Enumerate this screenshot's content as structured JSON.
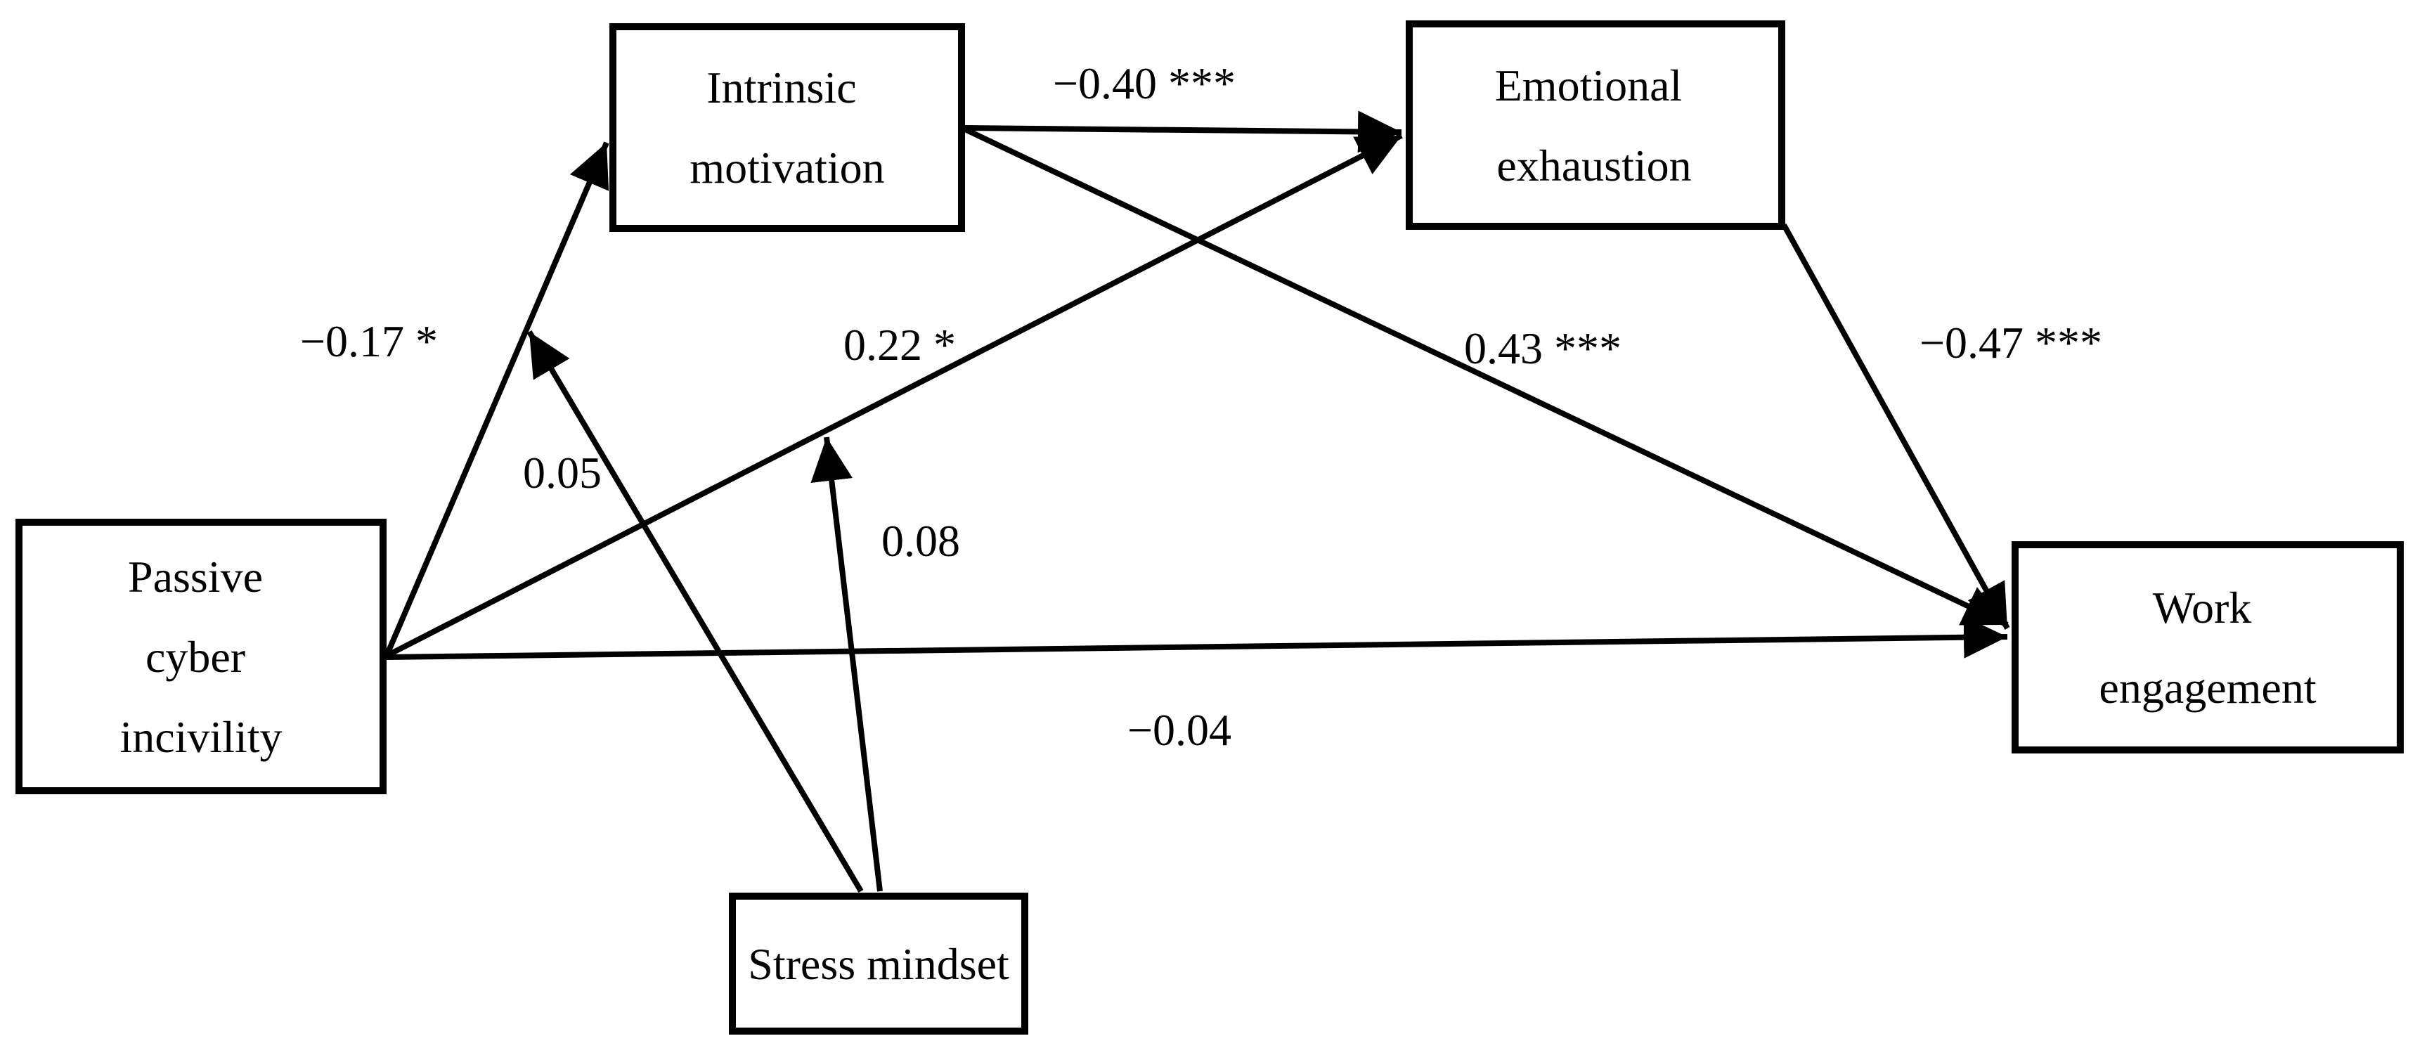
{
  "figure": {
    "type": "path-model-diagram",
    "background": "#ffffff",
    "line_color": "#000000",
    "text_color": "#000000",
    "box_fill": "#ffffff"
  },
  "diagram": {
    "nodes": [
      {
        "id": "passive-cyber-incivility",
        "lines": [
          "Passive",
          "cyber",
          "incivility"
        ]
      },
      {
        "id": "intrinsic-motivation",
        "lines": [
          "Intrinsic",
          "motivation"
        ]
      },
      {
        "id": "emotional-exhaustion",
        "lines": [
          "Emotional",
          "exhaustion"
        ]
      },
      {
        "id": "work-engagement",
        "lines": [
          "Work",
          "engagement"
        ]
      },
      {
        "id": "stress-mindset",
        "lines": [
          "Stress mindset"
        ]
      }
    ],
    "edges": [
      {
        "from": "passive-cyber-incivility",
        "to": "intrinsic-motivation",
        "label": "−0.17 *",
        "coefficient": -0.17,
        "significance": "*"
      },
      {
        "from": "intrinsic-motivation",
        "to": "emotional-exhaustion",
        "label": "−0.40 ***",
        "coefficient": -0.4,
        "significance": "***"
      },
      {
        "from": "passive-cyber-incivility",
        "to": "emotional-exhaustion",
        "label": "0.22 *",
        "coefficient": 0.22,
        "significance": "*"
      },
      {
        "from": "intrinsic-motivation",
        "to": "work-engagement",
        "label": "0.43 ***",
        "coefficient": 0.43,
        "significance": "***"
      },
      {
        "from": "emotional-exhaustion",
        "to": "work-engagement",
        "label": "−0.47 ***",
        "coefficient": -0.47,
        "significance": "***"
      },
      {
        "from": "passive-cyber-incivility",
        "to": "work-engagement",
        "label": "−0.04",
        "coefficient": -0.04,
        "significance": ""
      },
      {
        "from": "stress-mindset",
        "to": "path-passive-to-intrinsic",
        "label": "0.05",
        "coefficient": 0.05,
        "significance": "",
        "type": "moderation"
      },
      {
        "from": "stress-mindset",
        "to": "path-passive-to-emotional",
        "label": "0.08",
        "coefficient": 0.08,
        "significance": "",
        "type": "moderation"
      }
    ]
  }
}
